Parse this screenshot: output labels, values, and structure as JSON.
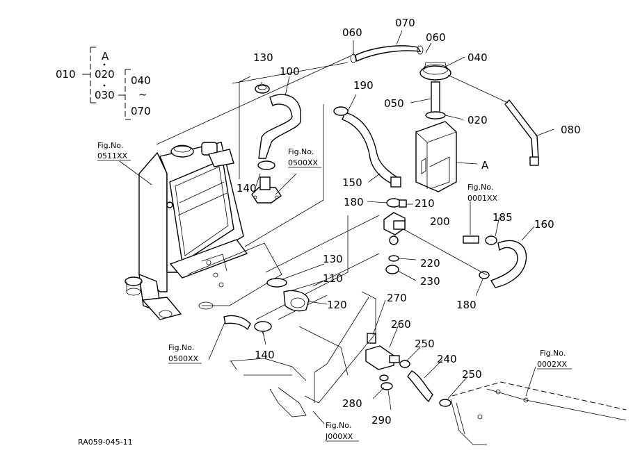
{
  "diagram_code": "RA059-045-11",
  "assembly": {
    "root": "010",
    "ref_a": "A",
    "child_a": "020",
    "child_b": "030",
    "sub_first": "040",
    "sub_tilde": "~",
    "sub_last": "070"
  },
  "fig_label": "Fig.No.",
  "fig_refs": {
    "f0511": "0511XX",
    "f0500_top": "0500XX",
    "f0500_bottom": "0500XX",
    "f0001": "0001XX",
    "f0002": "0002XX",
    "fJ000": "J000XX"
  },
  "callouts": {
    "p060a": "060",
    "p070": "070",
    "p060b": "060",
    "p040": "040",
    "p130a": "130",
    "p100": "100",
    "p190": "190",
    "p050": "050",
    "p020": "020",
    "p080": "080",
    "pA": "A",
    "p140a": "140",
    "p150": "150",
    "p180a": "180",
    "p210": "210",
    "p200": "200",
    "p185": "185",
    "p160": "160",
    "p220": "220",
    "p230": "230",
    "p180b": "180",
    "p130b": "130",
    "p110": "110",
    "p120": "120",
    "p270": "270",
    "p260": "260",
    "p250a": "250",
    "p240": "240",
    "p250b": "250",
    "p140b": "140",
    "p280": "280",
    "p290": "290"
  }
}
